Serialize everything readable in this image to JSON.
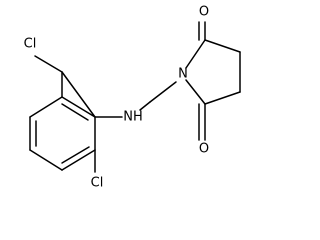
{
  "molecule": {
    "atoms": {
      "cl_top": "Cl",
      "cl_bottom": "Cl",
      "amine": "NH",
      "imide_n": "N",
      "carbonyl_o_top": "O",
      "carbonyl_o_bottom": "O"
    }
  }
}
